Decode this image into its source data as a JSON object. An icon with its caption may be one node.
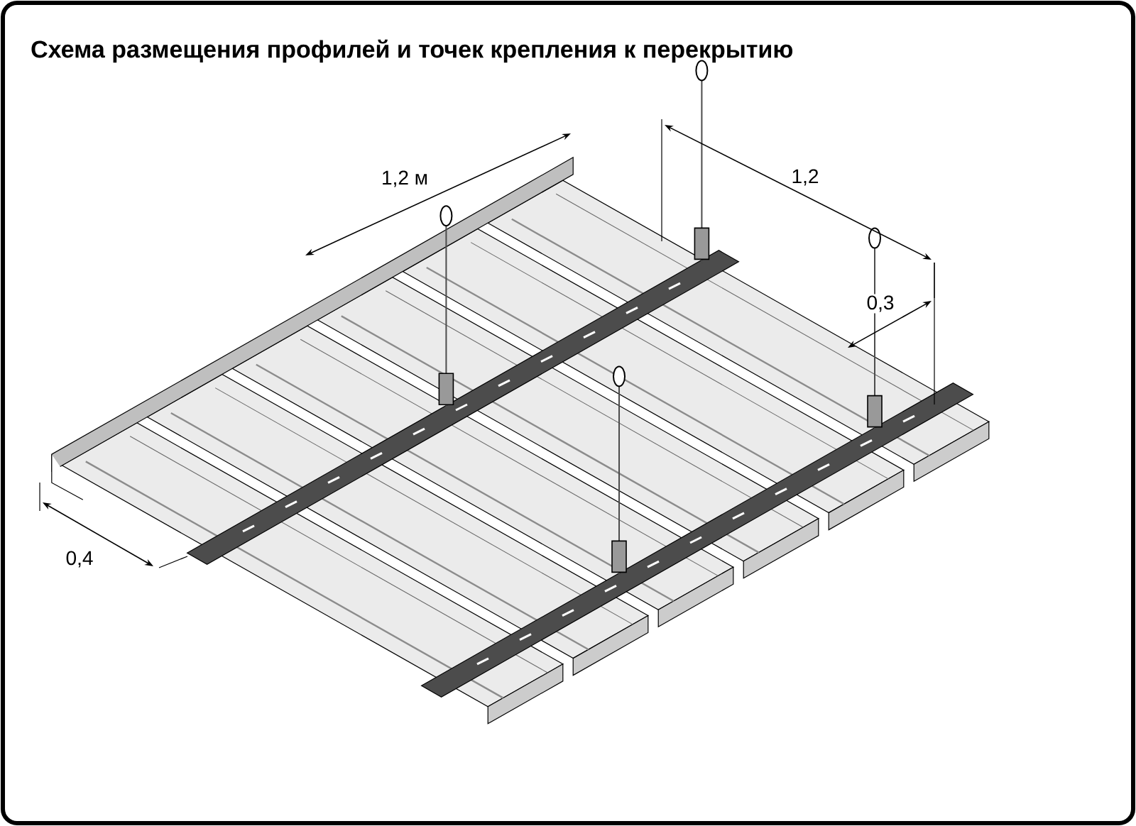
{
  "diagram": {
    "title": "Схема размещения профилей и точек крепления к перекрытию",
    "labels": [
      "1,2 м",
      "1,2",
      "0,3",
      "0,4"
    ]
  }
}
